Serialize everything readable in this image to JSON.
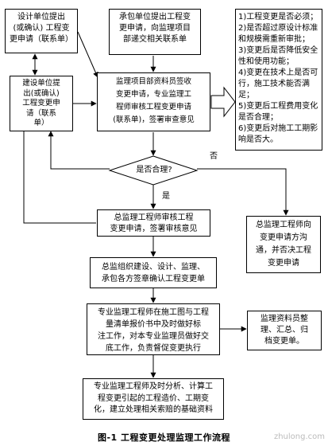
{
  "boxes": {
    "design_request": "设计单位提出\n(或确认) 工程变\n更申请（联系单）",
    "contractor_request": "承包单位提出工程变\n更申请，向监理项目\n部递交相关联系单",
    "construction_request": "建设单位提\n出(或确认)\n工程变更申\n请（联系\n单）",
    "supervisor_review": "监理项目部资料员签收\n变更申请，专业监理工\n程师审核工程变更申请\n(联系单)，签署审查意见",
    "chief_review": "总监理工程师审核工程\n变更申请，签署审核意见",
    "chief_negotiate": "总监理工程师向\n变更申请方沟\n通，并否决工程\n变更申请",
    "chief_organize": "总监组织建设、设计、监理、\n承包各方签章确认工程变更单",
    "supervisor_annotate": "专业监理工程师在施工图与工程\n量清单报价书中及时做好标\n注工作，对本专业监理员做好交\n底工作，负责督促变更执行",
    "archive": "监理资料员整\n理、汇总、归\n档变更单。",
    "analysis": "专业监理工程师及时分析、计算工\n程变更引起的工程造价、工期变\n化，建立处理相关索赔的基础资料"
  },
  "checklist": [
    "1)工程变更是否必须；",
    "2)是否超过原设计标准和规模需重新审批；",
    "3)变更后是否降低安全性和使用功能；",
    "4)变更在技术上是否可行，施工技术能否满足；",
    "5)变更后工程费用变化是否合理；",
    "6)变更后对施工工期影响是否大。"
  ],
  "decision": "是否合理?",
  "yes_label": "是",
  "no_label": "否",
  "caption": "图-1 工程变更处理监理工作流程",
  "watermark": "zhulong.com",
  "colors": {
    "line": "#000000",
    "background": "#ffffff"
  }
}
